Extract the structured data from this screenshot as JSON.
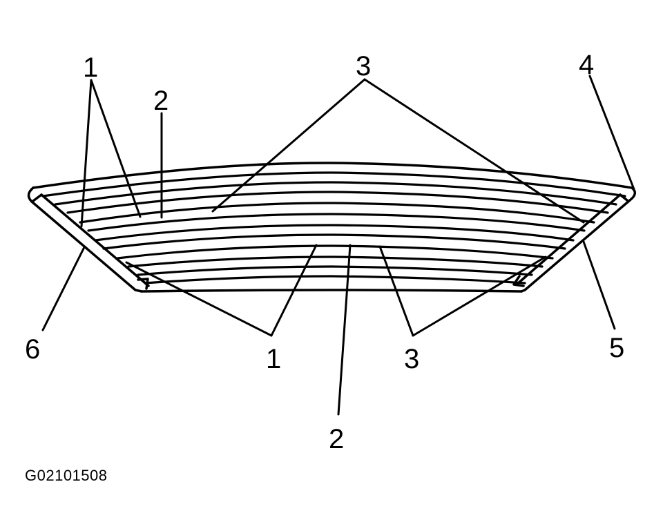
{
  "diagram": {
    "type": "technical-illustration",
    "subject": "leaf-spring-pack-with-clips",
    "line_color": "#000000",
    "background": "#ffffff",
    "callouts": [
      {
        "id": "c1a",
        "label": "1"
      },
      {
        "id": "c2a",
        "label": "2"
      },
      {
        "id": "c3a",
        "label": "3"
      },
      {
        "id": "c4",
        "label": "4"
      },
      {
        "id": "c6",
        "label": "6"
      },
      {
        "id": "c1b",
        "label": "1"
      },
      {
        "id": "c3b",
        "label": "3"
      },
      {
        "id": "c5",
        "label": "5"
      },
      {
        "id": "c2b",
        "label": "2"
      }
    ],
    "figure_id": "G02101508"
  }
}
